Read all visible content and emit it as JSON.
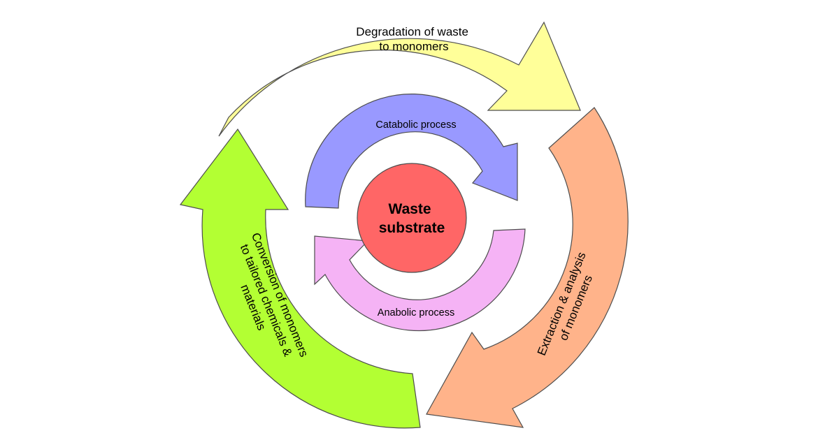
{
  "diagram": {
    "center": {
      "lines": [
        "Waste",
        "substrate"
      ],
      "color": "#ff6666"
    },
    "outer_cycle": [
      {
        "id": "degradation",
        "lines": [
          "Degradation of waste",
          "to monomers"
        ],
        "color": "#ffff99"
      },
      {
        "id": "extraction",
        "lines": [
          "Extraction & analysis",
          "of monomers"
        ],
        "color": "#ffb38a"
      },
      {
        "id": "conversion",
        "lines": [
          "Conversion of monomers",
          "to tailored chemicals &",
          "materials"
        ],
        "color": "#b3ff33"
      }
    ],
    "inner_cycle": [
      {
        "id": "catabolic",
        "label": "Catabolic process",
        "color": "#9999ff"
      },
      {
        "id": "anabolic",
        "label": "Anabolic process",
        "color": "#f5b3f5"
      }
    ]
  }
}
